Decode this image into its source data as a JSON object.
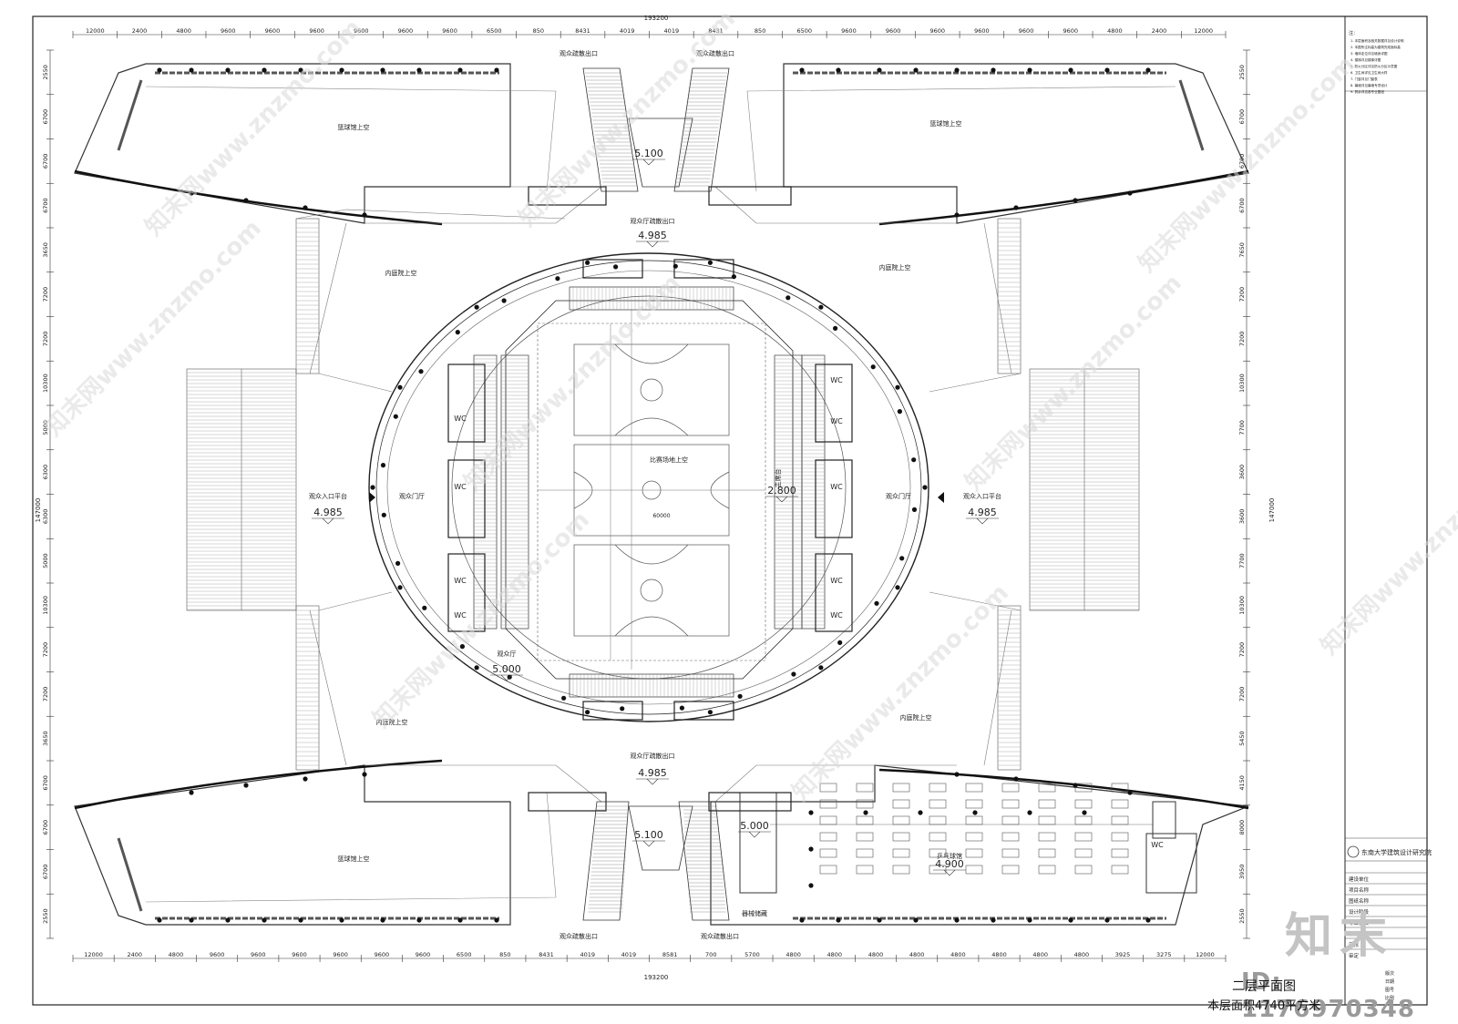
{
  "drawing": {
    "top_total_dim": "193200",
    "bottom_total_dim": "193200",
    "right_total_dim": "147000",
    "left_total_dim": "147000",
    "top_dims": [
      "12000",
      "2400",
      "4800",
      "9600",
      "9600",
      "9600",
      "9600",
      "9600",
      "9600",
      "6500",
      "850",
      "8431",
      "4019",
      "4019",
      "8431",
      "850",
      "6500",
      "9600",
      "9600",
      "9600",
      "9600",
      "9600",
      "9600",
      "4800",
      "2400",
      "12000"
    ],
    "bottom_dims": [
      "12000",
      "2400",
      "4800",
      "9600",
      "9600",
      "9600",
      "9600",
      "9600",
      "9600",
      "6500",
      "850",
      "8431",
      "4019",
      "4019",
      "8581",
      "700",
      "5700",
      "4800",
      "4800",
      "4800",
      "4800",
      "4800",
      "4800",
      "4800",
      "4800",
      "3925",
      "3275",
      "12000"
    ],
    "left_dims": [
      "2550",
      "6700",
      "6700",
      "6700",
      "3650",
      "7200",
      "7200",
      "10300",
      "5000",
      "6300",
      "6300",
      "5000",
      "10300",
      "7200",
      "7200",
      "3650",
      "6700",
      "6700",
      "6700",
      "2550"
    ],
    "right_dims": [
      "2550",
      "6700",
      "6700",
      "6700",
      "7650",
      "7200",
      "7200",
      "10300",
      "7700",
      "3600",
      "3600",
      "7700",
      "10300",
      "7200",
      "7200",
      "5450",
      "4150",
      "8000",
      "3950",
      "2550"
    ],
    "labels": {
      "volleyball_void_tl": "篮球馆上空",
      "volleyball_void_tr": "篮球馆上空",
      "volleyball_void_bl": "篮球馆上空",
      "courtyard_tl": "内庭院上空",
      "courtyard_tr": "内庭院上空",
      "courtyard_bl": "内庭院上空",
      "courtyard_br": "内庭院上空",
      "entry_platform_left": "观众入口平台",
      "entry_platform_right": "观众入口平台",
      "lobby_left": "观众门厅",
      "lobby_right": "观众门厅",
      "arena_void": "比赛场地上空",
      "stage": "主席台",
      "audience_hall": "观众厅",
      "evac_top": "观众厅疏散出口",
      "evac_bottom": "观众厅疏散出口",
      "evac_tl": "观众疏散出口",
      "evac_tr": "观众疏散出口",
      "evac_bl": "观众疏散出口",
      "evac_br": "观众疏散出口",
      "pingpong": "乒乓球馆",
      "storage": "器械储藏",
      "wc": "WC",
      "court_dim": "60000"
    },
    "elevations": {
      "top_center": "5.100",
      "bottom_center": "5.100",
      "top_evac": "4.985",
      "bottom_evac": "4.985",
      "left_platform": "4.985",
      "right_platform": "4.985",
      "stage": "2.800",
      "audience_hall": "5.000",
      "br_stair": "5.000",
      "pingpong": "4.900"
    }
  },
  "title_block": {
    "institute": "东南大学建筑设计研究院",
    "notes_header": "注：",
    "notes": [
      "1. 本层面积及相关数据详见设计说明",
      "2. 本图所注标高为建筑完成面标高",
      "3. 墙体定位详见墙身详图",
      "4. 楼梯详见楼梯详图",
      "5. 防火分区详见防火分区示意图",
      "6. 卫生间详见卫生间大样",
      "7. 门窗详见门窗表",
      "8. 幕墙详见幕墙专项设计",
      "9. 其余详见各专业图纸"
    ],
    "rows": [
      "建设单位",
      "项目名称",
      "图纸名称",
      "设计阶段",
      "专业负责",
      "校对",
      "审核",
      "审定"
    ],
    "small_text": [
      "版次",
      "日期",
      "图号",
      "比例"
    ]
  },
  "footer": {
    "title": "二层平面图",
    "area": "本层面积4740平方米",
    "id_text": "ID: 1176970348",
    "logo": "知末"
  },
  "watermarks": [
    "知末网www.znzmo.com",
    "知末网www.znzmo.com",
    "知末网www.znzmo.com",
    "知末网www.znzmo.com",
    "知末网www.znzmo.com",
    "知末网www.znzmo.com",
    "知末网www.znzmo.com",
    "知末网www.znzmo.com",
    "知末网www.znzmo.com"
  ]
}
